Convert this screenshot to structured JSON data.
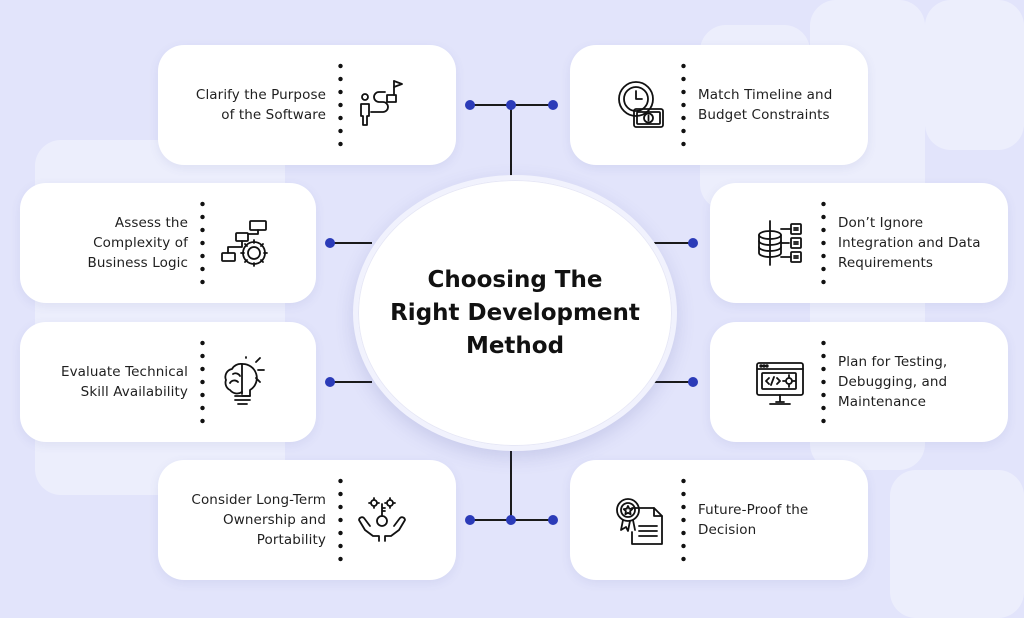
{
  "center": {
    "title": "Choosing The\nRight Development\nMethod"
  },
  "colors": {
    "background": "#e2e4fb",
    "node": "#2b3bb8",
    "connector": "#1a1a1a",
    "card": "#ffffff"
  },
  "items": [
    {
      "label": "Clarify the Purpose\nof the Software",
      "icon": "person-path-flag-icon"
    },
    {
      "label": "Match Timeline and\nBudget Constraints",
      "icon": "clock-money-icon"
    },
    {
      "label": "Assess the\nComplexity of\nBusiness Logic",
      "icon": "flowchart-gear-icon"
    },
    {
      "label": "Don’t Ignore\nIntegration and Data\nRequirements",
      "icon": "database-integration-icon"
    },
    {
      "label": "Evaluate Technical\nSkill Availability",
      "icon": "brain-lightbulb-icon"
    },
    {
      "label": "Plan for Testing,\nDebugging, and\nMaintenance",
      "icon": "monitor-code-icon"
    },
    {
      "label": "Consider Long-Term\nOwnership and\nPortability",
      "icon": "hands-key-gears-icon"
    },
    {
      "label": "Future-Proof the\nDecision",
      "icon": "certificate-badge-icon"
    }
  ]
}
